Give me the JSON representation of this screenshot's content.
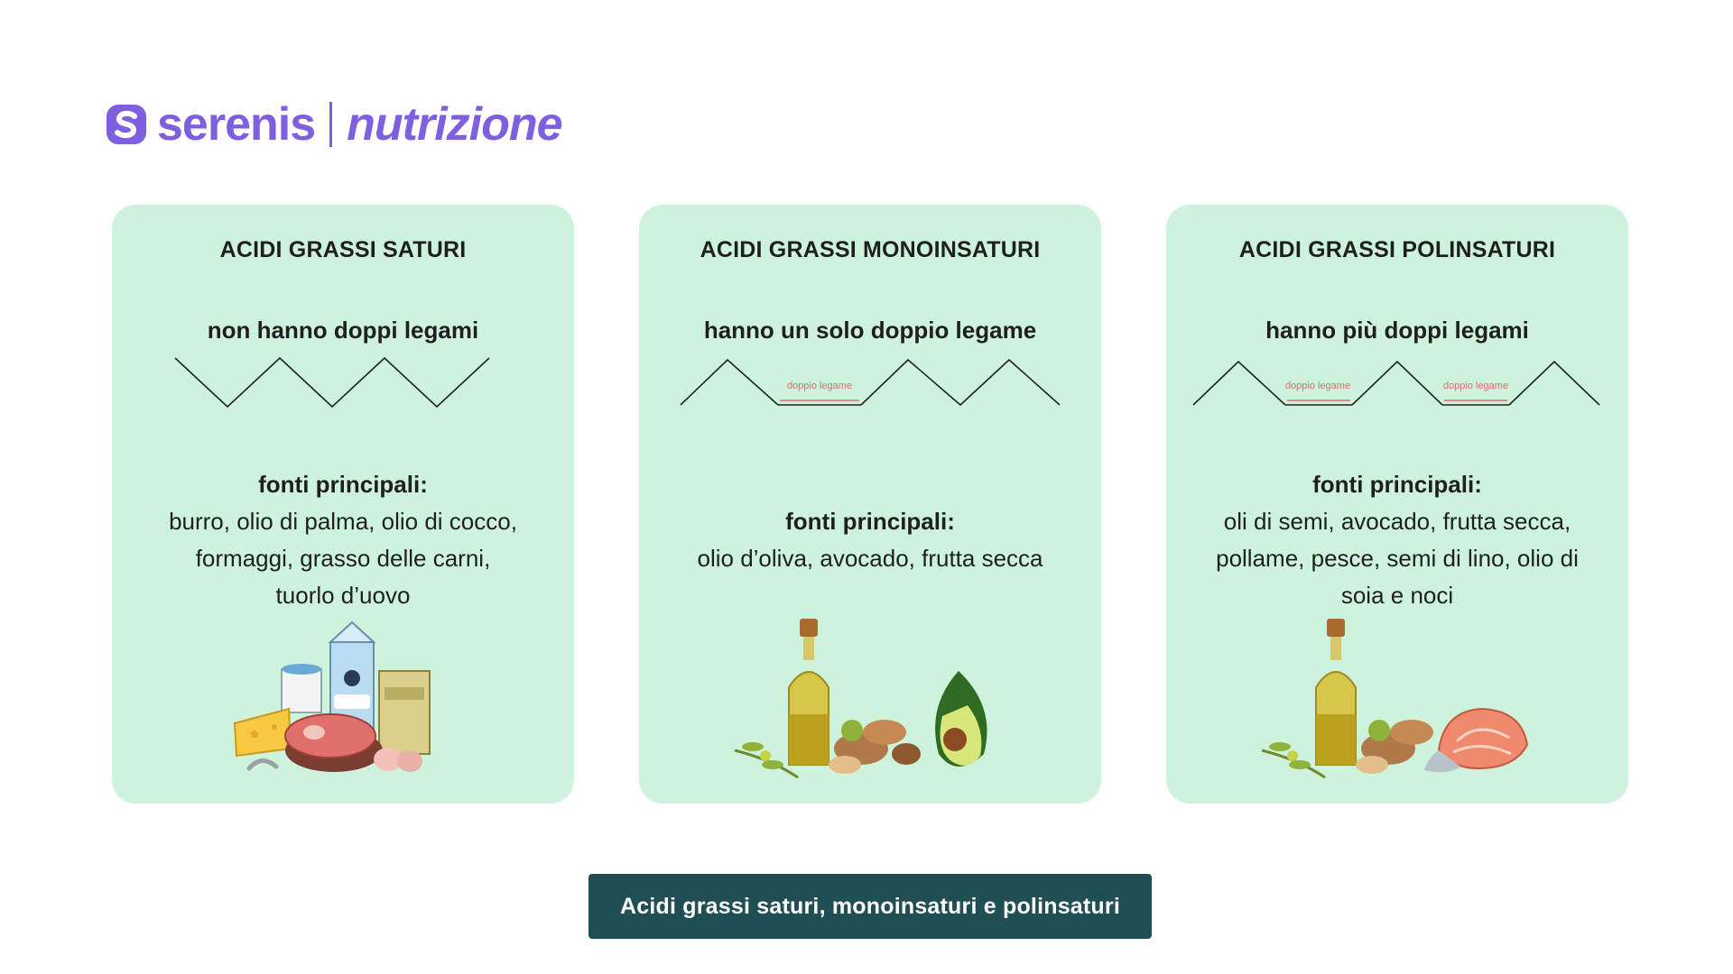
{
  "brand": {
    "name": "serenis",
    "sub": "nutrizione",
    "color": "#7e5fe0"
  },
  "cards": [
    {
      "title": "ACIDI GRASSI SATURI",
      "subtitle": "non hanno doppi legami",
      "sources_label": "fonti principali:",
      "sources_lines": [
        "burro, olio di palma, olio di cocco,",
        "formaggi, grasso delle carni,",
        "tuorlo d’uovo"
      ],
      "double_bond_labels": [],
      "illustration": "dairy-meat-cheese-eggs-icon"
    },
    {
      "title": "ACIDI GRASSI MONOINSATURI",
      "subtitle": "hanno un solo doppio legame",
      "sources_label": "fonti principali:",
      "sources_lines": [
        "olio d’oliva, avocado, frutta secca"
      ],
      "double_bond_labels": [
        "doppio legame"
      ],
      "illustration": "olive-oil-nuts-avocado-icon"
    },
    {
      "title": "ACIDI GRASSI POLINSATURI",
      "subtitle": "hanno più doppi legami",
      "sources_label": "fonti principali:",
      "sources_lines": [
        "oli di semi, avocado, frutta secca,",
        "pollame, pesce, semi di lino, olio di",
        "soia e noci"
      ],
      "double_bond_labels": [
        "doppio legame",
        "doppio legame"
      ],
      "illustration": "olive-oil-nuts-salmon-icon"
    }
  ],
  "caption": "Acidi grassi saturi, monoinsaturi e polinsaturi",
  "colors": {
    "card_bg": "#cdf3dd",
    "caption_bg": "#1f4e55",
    "bond_label": "#e06b6b"
  }
}
